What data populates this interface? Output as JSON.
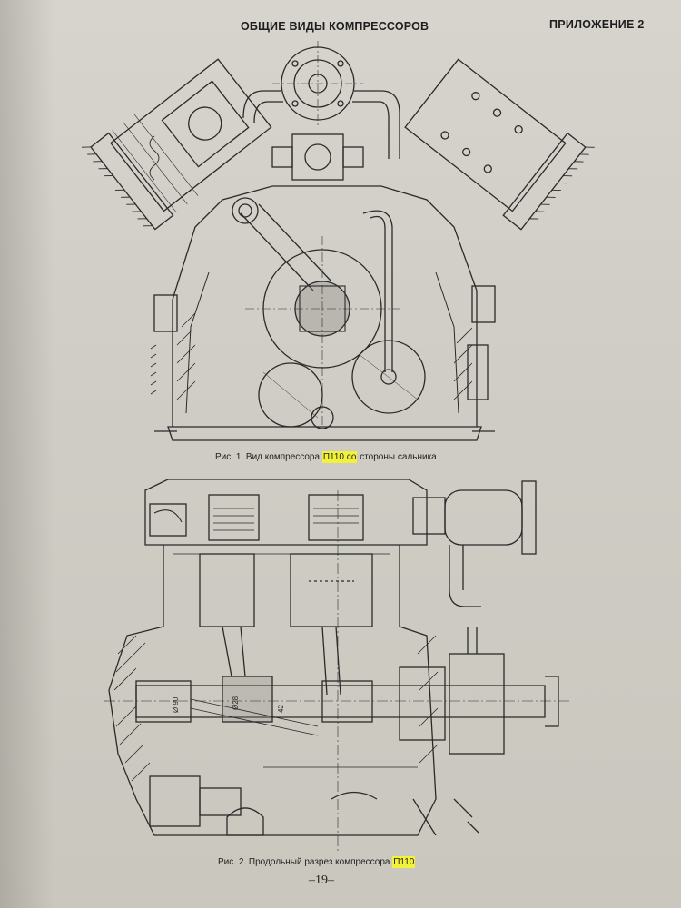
{
  "header": {
    "title": "ОБЩИЕ ВИДЫ КОМПРЕССОРОВ",
    "appendix": "ПРИЛОЖЕНИЕ 2"
  },
  "figure1": {
    "caption_pre": "Рис. 1. Вид компрессора ",
    "caption_highlight": "П110 со",
    "caption_post": " стороны сальника"
  },
  "figure2": {
    "caption_pre": "Рис. 2. Продольный разрез компрессора ",
    "caption_highlight": "П110",
    "dims": [
      "Ø 90",
      "Ø28",
      "42"
    ]
  },
  "footer": {
    "page_number": "–19–"
  },
  "colors": {
    "paper": "#d3d1c9",
    "ink": "#2a2a2a",
    "highlight": "#f2f23a"
  }
}
